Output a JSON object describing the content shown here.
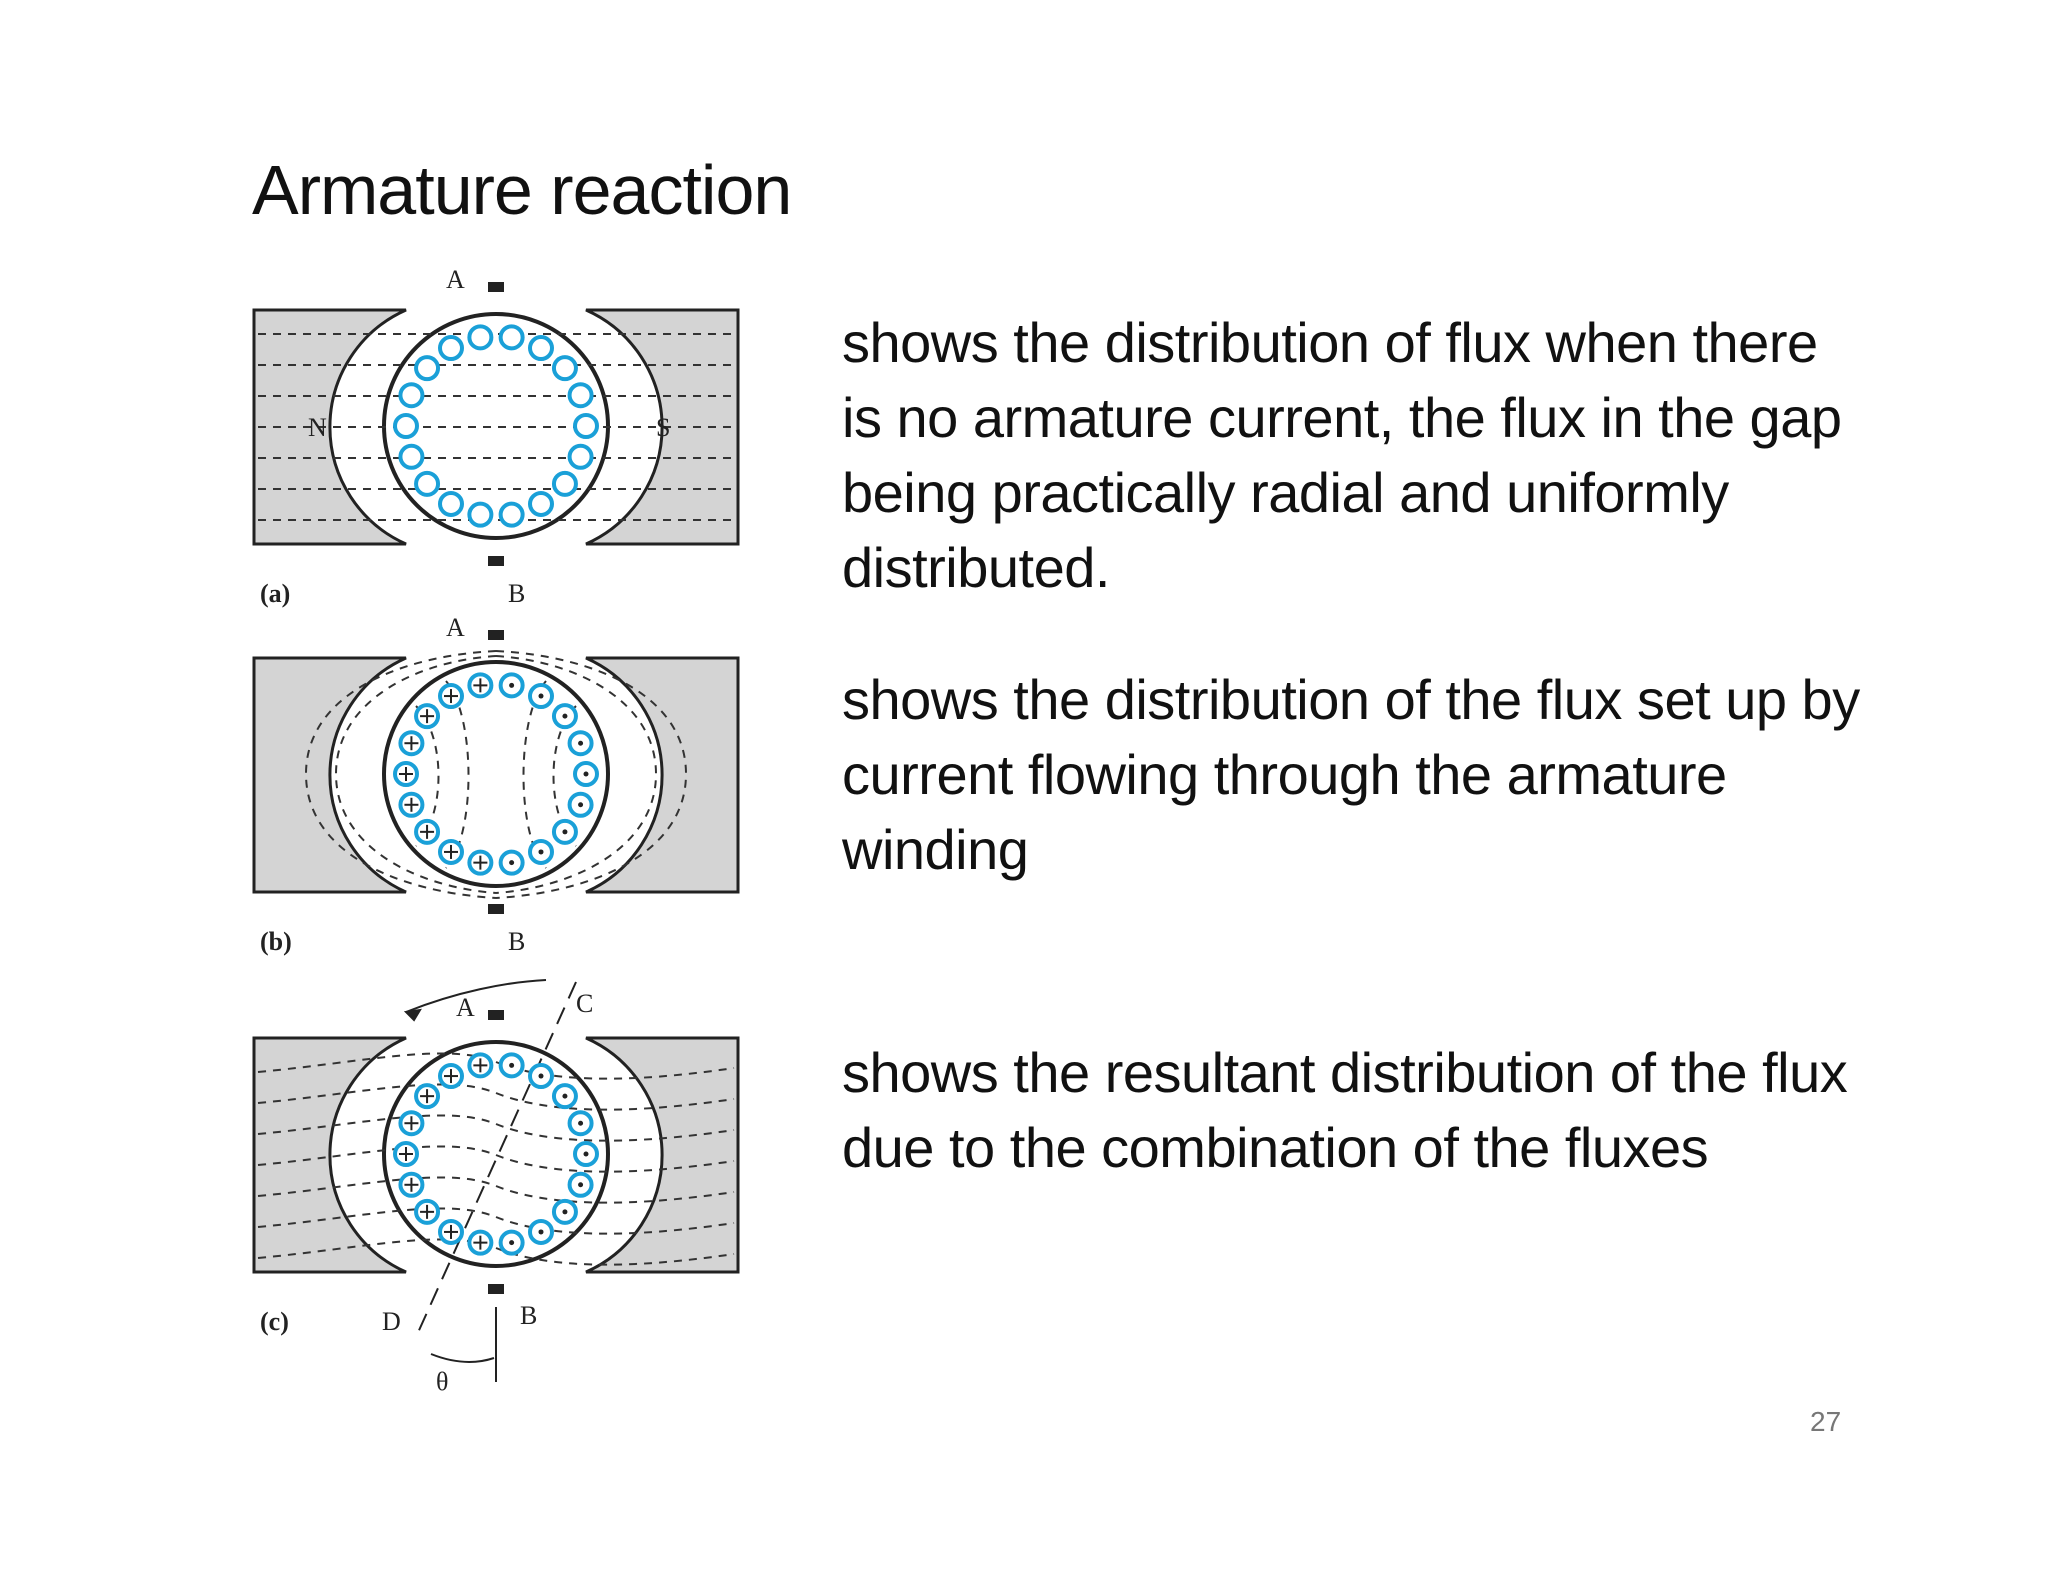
{
  "title": "Armature reaction",
  "figures": [
    {
      "id": "a",
      "panel_label": "(a)",
      "top_label": "A",
      "bottom_label": "B",
      "north_label": "N",
      "south_label": "S"
    },
    {
      "id": "b",
      "panel_label": "(b)",
      "top_label": "A",
      "bottom_label": "B"
    },
    {
      "id": "c",
      "panel_label": "(c)",
      "top_label": "A",
      "bottom_label": "B",
      "axis_c_label": "C",
      "axis_d_label": "D",
      "angle_label": "θ"
    }
  ],
  "descriptions": [
    "shows the distribution of flux when there is no armature current, the flux in the gap being practically radial and uniformly distributed.",
    "shows the distribution of the flux set up by current flowing through the armature winding",
    "shows the resultant distribution of the flux due to the combination of the fluxes"
  ],
  "page_number": "27",
  "colors": {
    "conductor": "#1aa0d8",
    "pole_fill": "#d4d4d4",
    "text": "#111111"
  }
}
